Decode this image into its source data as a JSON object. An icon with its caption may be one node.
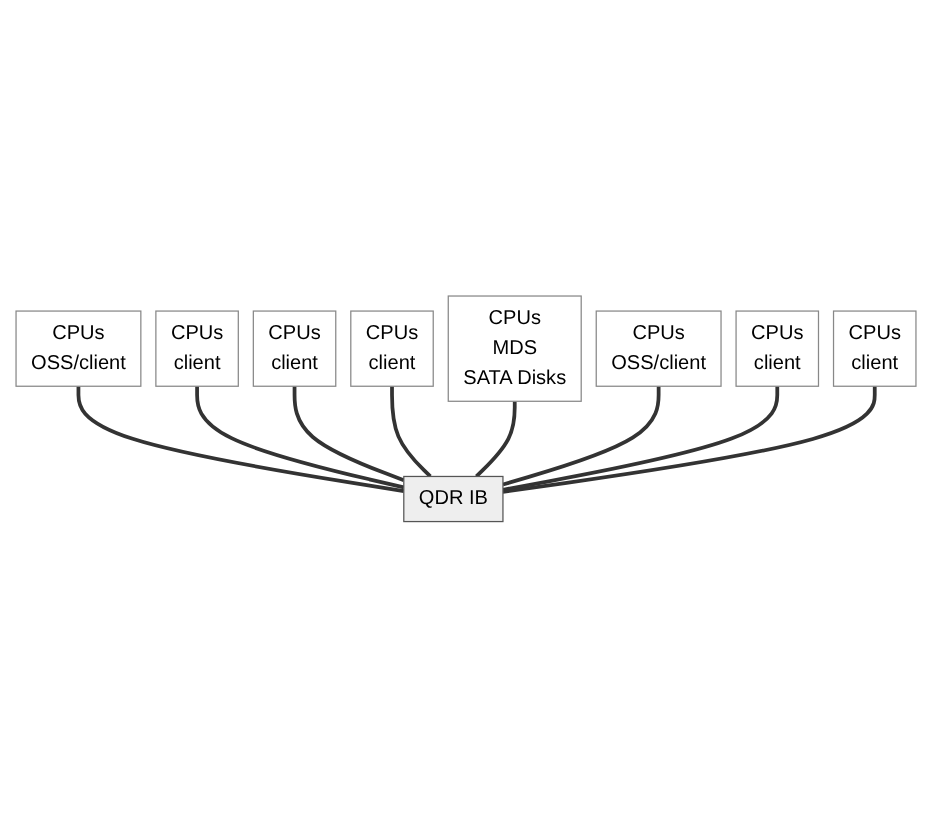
{
  "diagram": {
    "nodes": [
      {
        "text": [
          "CPUs",
          "OSS/client"
        ]
      },
      {
        "text": [
          "CPUs",
          "client"
        ]
      },
      {
        "text": [
          "CPUs",
          "client"
        ]
      },
      {
        "text": [
          "CPUs",
          "client"
        ]
      },
      {
        "text": [
          "CPUs",
          "MDS",
          "SATA Disks"
        ]
      },
      {
        "text": [
          "CPUs",
          "OSS/client"
        ]
      },
      {
        "text": [
          "CPUs",
          "client"
        ]
      },
      {
        "text": [
          "CPUs",
          "client"
        ]
      },
      {
        "text": [
          "QDR IB"
        ]
      }
    ],
    "edges": [
      {
        "from": 0,
        "to": 8,
        "arrow": "none"
      },
      {
        "from": 1,
        "to": 8,
        "arrow": "none"
      },
      {
        "from": 2,
        "to": 8,
        "arrow": "none"
      },
      {
        "from": 3,
        "to": 8,
        "arrow": "none"
      },
      {
        "from": 4,
        "to": 8,
        "arrow": "none"
      },
      {
        "from": 5,
        "to": 8,
        "arrow": "none"
      },
      {
        "from": 6,
        "to": 8,
        "arrow": "none"
      },
      {
        "from": 7,
        "to": 8,
        "arrow": "none"
      }
    ]
  }
}
